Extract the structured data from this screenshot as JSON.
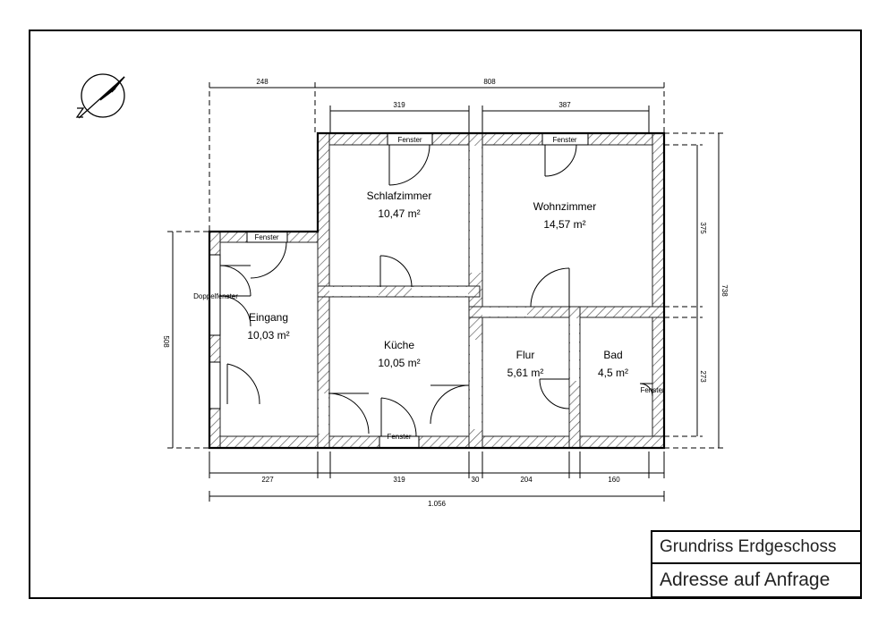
{
  "plan": {
    "rooms": [
      {
        "id": "schlafzimmer",
        "name": "Schlafzimmer",
        "area": "10,47 m²"
      },
      {
        "id": "wohnzimmer",
        "name": "Wohnzimmer",
        "area": "14,57 m²"
      },
      {
        "id": "eingang",
        "name": "Eingang",
        "area": "10,03 m²"
      },
      {
        "id": "kueche",
        "name": "Küche",
        "area": "10,05 m²"
      },
      {
        "id": "flur",
        "name": "Flur",
        "area": "5,61 m²"
      },
      {
        "id": "bad",
        "name": "Bad",
        "area": "4,5 m²"
      }
    ],
    "window_label": "Fenster",
    "double_window_label": "Doppelfenster",
    "dimensions": {
      "top_left": "248",
      "top_right": "808",
      "schlafzimmer_width": "319",
      "wohnzimmer_width": "387",
      "bottom_eingang": "227",
      "bottom_kueche": "319",
      "bottom_wall": "30",
      "bottom_flur": "204",
      "bottom_bad": "160",
      "total_width": "1.056",
      "left_height": "508",
      "right_upper": "375",
      "right_lower": "273",
      "right_total": "738"
    }
  },
  "title_block": {
    "line1": "Grundriss Erdgeschoss",
    "line2": "Adresse auf Anfrage"
  }
}
